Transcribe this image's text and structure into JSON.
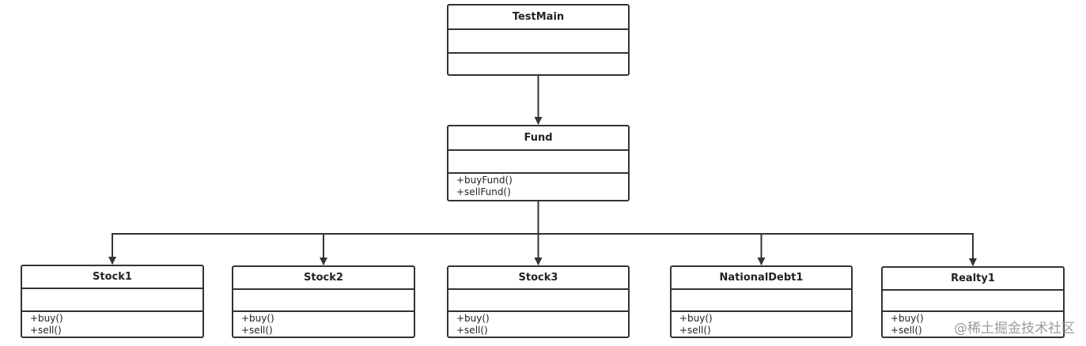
{
  "classes": {
    "testmain": {
      "name": "TestMain",
      "operations": []
    },
    "fund": {
      "name": "Fund",
      "operations": [
        "+buyFund()",
        "+sellFund()"
      ]
    },
    "stock1": {
      "name": "Stock1",
      "operations": [
        "+buy()",
        "+sell()"
      ]
    },
    "stock2": {
      "name": "Stock2",
      "operations": [
        "+buy()",
        "+sell()"
      ]
    },
    "stock3": {
      "name": "Stock3",
      "operations": [
        "+buy()",
        "+sell()"
      ]
    },
    "nationaldebt1": {
      "name": "NationalDebt1",
      "operations": [
        "+buy()",
        "+sell()"
      ]
    },
    "realty1": {
      "name": "Realty1",
      "operations": [
        "+buy()",
        "+sell()"
      ]
    }
  },
  "edges": [
    {
      "from": "testmain",
      "to": "fund"
    },
    {
      "from": "fund",
      "to": "stock1"
    },
    {
      "from": "fund",
      "to": "stock2"
    },
    {
      "from": "fund",
      "to": "stock3"
    },
    {
      "from": "fund",
      "to": "nationaldebt1"
    },
    {
      "from": "fund",
      "to": "realty1"
    }
  ],
  "watermark": "@稀土掘金技术社区",
  "colors": {
    "line": "#333333",
    "text": "#222222",
    "watermark": "#8a8a8a"
  }
}
